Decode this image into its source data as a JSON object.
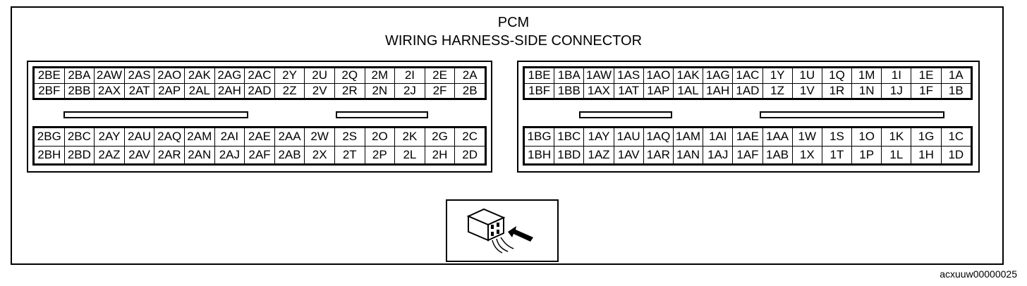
{
  "title_line1": "PCM",
  "title_line2": "WIRING HARNESS-SIDE CONNECTOR",
  "reference": "acxuuw00000025",
  "connector2": {
    "upper": [
      [
        "2BE",
        "2BA",
        "2AW",
        "2AS",
        "2AO",
        "2AK",
        "2AG",
        "2AC",
        "2Y",
        "2U",
        "2Q",
        "2M",
        "2I",
        "2E",
        "2A"
      ],
      [
        "2BF",
        "2BB",
        "2AX",
        "2AT",
        "2AP",
        "2AL",
        "2AH",
        "2AD",
        "2Z",
        "2V",
        "2R",
        "2N",
        "2J",
        "2F",
        "2B"
      ]
    ],
    "lower": [
      [
        "2BG",
        "2BC",
        "2AY",
        "2AU",
        "2AQ",
        "2AM",
        "2AI",
        "2AE",
        "2AA",
        "2W",
        "2S",
        "2O",
        "2K",
        "2G",
        "2C"
      ],
      [
        "2BH",
        "2BD",
        "2AZ",
        "2AV",
        "2AR",
        "2AN",
        "2AJ",
        "2AF",
        "2AB",
        "2X",
        "2T",
        "2P",
        "2L",
        "2H",
        "2D"
      ]
    ]
  },
  "connector1": {
    "upper": [
      [
        "1BE",
        "1BA",
        "1AW",
        "1AS",
        "1AO",
        "1AK",
        "1AG",
        "1AC",
        "1Y",
        "1U",
        "1Q",
        "1M",
        "1I",
        "1E",
        "1A"
      ],
      [
        "1BF",
        "1BB",
        "1AX",
        "1AT",
        "1AP",
        "1AL",
        "1AH",
        "1AD",
        "1Z",
        "1V",
        "1R",
        "1N",
        "1J",
        "1F",
        "1B"
      ]
    ],
    "lower": [
      [
        "1BG",
        "1BC",
        "1AY",
        "1AU",
        "1AQ",
        "1AM",
        "1AI",
        "1AE",
        "1AA",
        "1W",
        "1S",
        "1O",
        "1K",
        "1G",
        "1C"
      ],
      [
        "1BH",
        "1BD",
        "1AZ",
        "1AV",
        "1AR",
        "1AN",
        "1AJ",
        "1AF",
        "1AB",
        "1X",
        "1T",
        "1P",
        "1L",
        "1H",
        "1D"
      ]
    ]
  },
  "icons": {
    "view": "connector-view-arrow-icon"
  }
}
